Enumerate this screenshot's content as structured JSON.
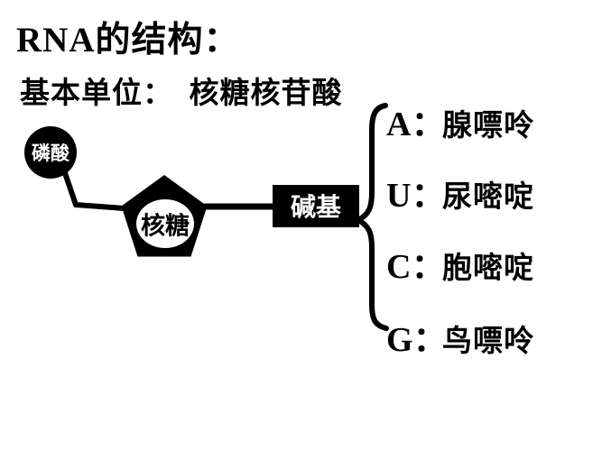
{
  "page": {
    "title": "RNA的结构：",
    "subtitle": "基本单位：　核糖核苷酸"
  },
  "diagram": {
    "phosphate_label": "磷酸",
    "ribose_label": "核糖",
    "base_label": "碱基",
    "bases": [
      {
        "label": "A：",
        "name": "腺嘌呤"
      },
      {
        "label": "U：",
        "name": "尿嘧啶"
      },
      {
        "label": "C：",
        "name": "胞嘧啶"
      },
      {
        "label": "G：",
        "name": "鸟嘌呤"
      }
    ]
  },
  "colors": {
    "foreground": "#000000",
    "background": "#ffffff"
  }
}
